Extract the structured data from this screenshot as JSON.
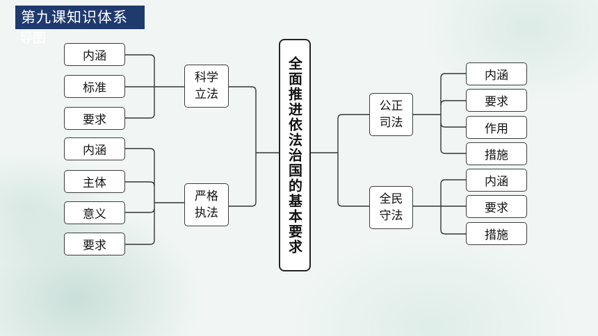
{
  "header": {
    "title_line1": "第九课知识体系",
    "title_line2": "导图"
  },
  "center": {
    "label": "全面推进依法治国的基本要求"
  },
  "branches": {
    "kexue": {
      "label": "科学\n立法",
      "items": [
        "内涵",
        "标准",
        "要求"
      ]
    },
    "yange": {
      "label": "严格\n执法",
      "items": [
        "内涵",
        "主体",
        "意义",
        "要求"
      ]
    },
    "gongzheng": {
      "label": "公正\n司法",
      "items": [
        "内涵",
        "要求",
        "作用",
        "措施"
      ]
    },
    "quanmin": {
      "label": "全民\n守法",
      "items": [
        "内涵",
        "要求",
        "措施"
      ]
    }
  },
  "colors": {
    "badge": "#1f3a6e",
    "line": "#333333"
  }
}
